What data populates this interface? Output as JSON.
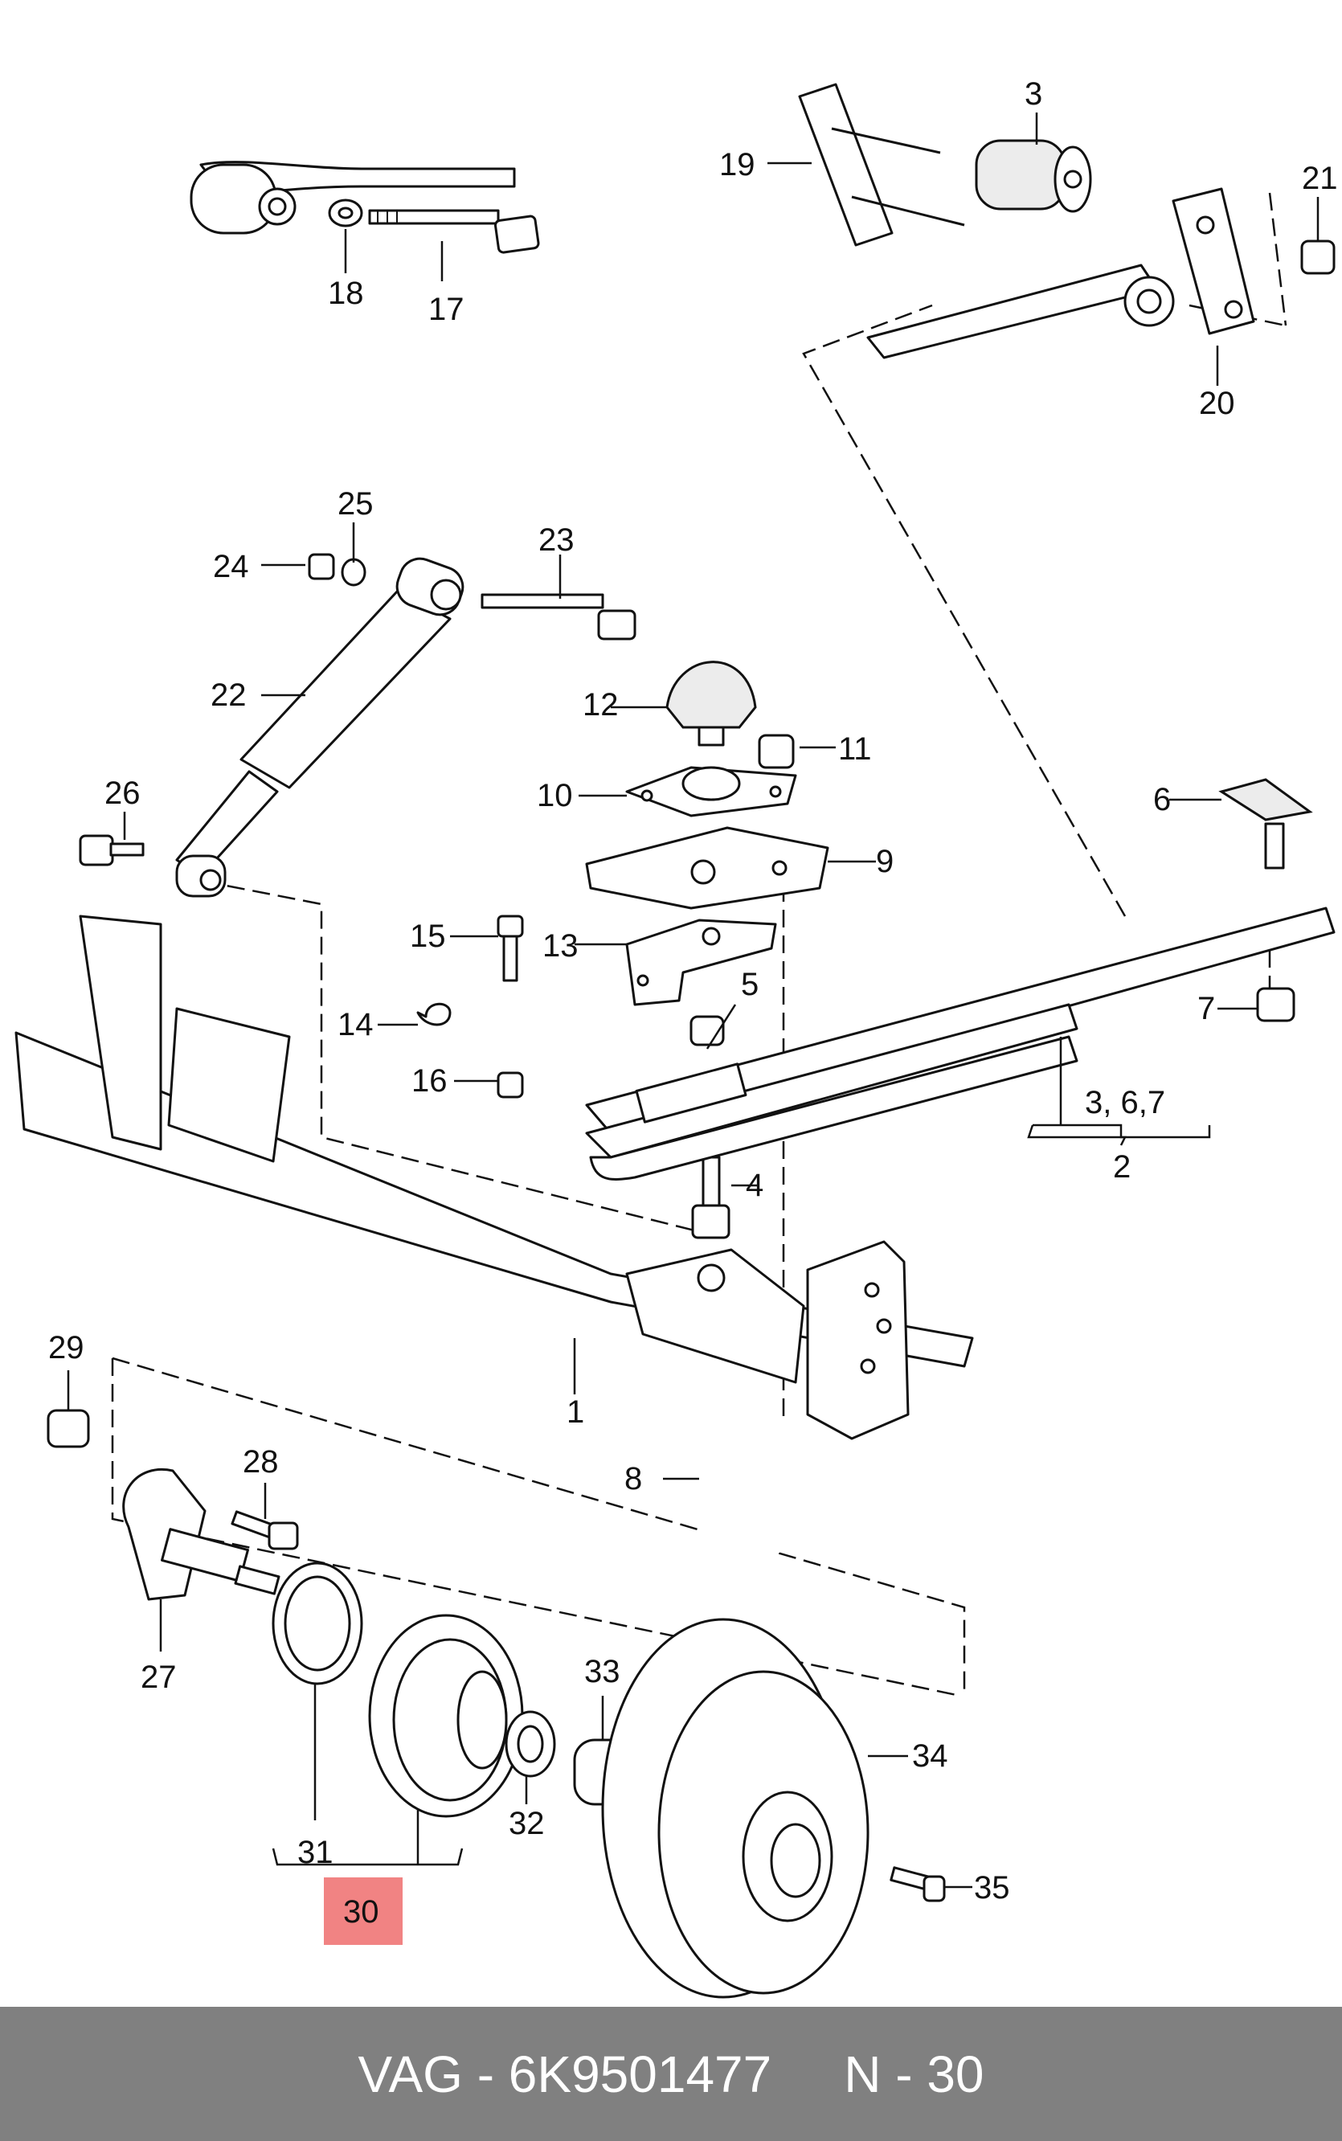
{
  "callouts": {
    "c1": "1",
    "c2": "2",
    "c3": "3",
    "c367": "3, 6,7",
    "c4": "4",
    "c5": "5",
    "c6": "6",
    "c7": "7",
    "c8": "8",
    "c9": "9",
    "c10": "10",
    "c11": "11",
    "c12": "12",
    "c13": "13",
    "c14": "14",
    "c15": "15",
    "c16": "16",
    "c17": "17",
    "c18": "18",
    "c19": "19",
    "c20": "20",
    "c21": "21",
    "c22": "22",
    "c23": "23",
    "c24": "24",
    "c25": "25",
    "c26": "26",
    "c27": "27",
    "c28": "28",
    "c29": "29",
    "c30": "30",
    "c31": "31",
    "c32": "32",
    "c33": "33",
    "c34": "34",
    "c35": "35"
  },
  "highlight": {
    "callout": "30",
    "color": "#f07878"
  },
  "footer": {
    "brand_part": "VAG - 6K9501477",
    "position": "N - 30",
    "background": "#808080"
  }
}
